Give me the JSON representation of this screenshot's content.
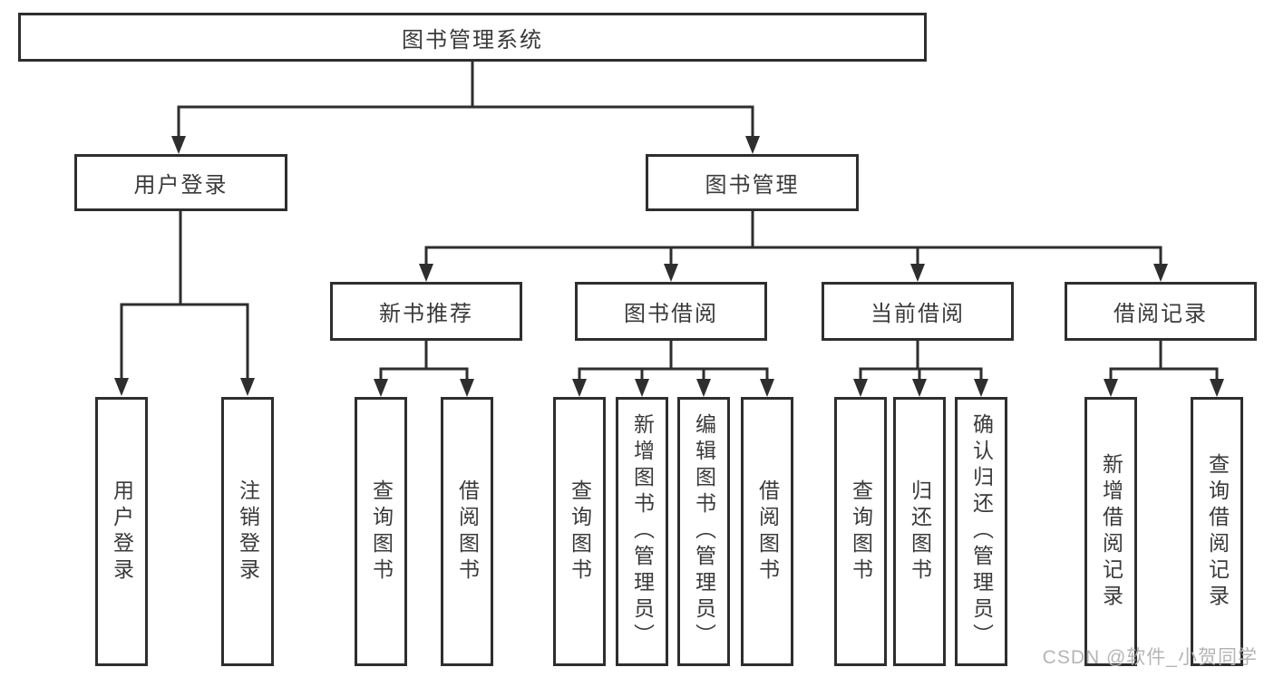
{
  "tree": {
    "root": "图书管理系统",
    "children": [
      {
        "label": "用户登录",
        "children": [
          {
            "label": "用户登录"
          },
          {
            "label": "注销登录"
          }
        ]
      },
      {
        "label": "图书管理",
        "children": [
          {
            "label": "新书推荐",
            "children": [
              {
                "label": "查询图书"
              },
              {
                "label": "借阅图书"
              }
            ]
          },
          {
            "label": "图书借阅",
            "children": [
              {
                "label": "查询图书"
              },
              {
                "label": "新增图书（管理员）"
              },
              {
                "label": "编辑图书（管理员）"
              },
              {
                "label": "借阅图书"
              }
            ]
          },
          {
            "label": "当前借阅",
            "children": [
              {
                "label": "查询图书"
              },
              {
                "label": "归还图书"
              },
              {
                "label": "确认归还（管理员）"
              }
            ]
          },
          {
            "label": "借阅记录",
            "children": [
              {
                "label": "新增借阅记录"
              },
              {
                "label": "查询借阅记录"
              }
            ]
          }
        ]
      }
    ]
  },
  "watermark": "CSDN @软件_小贺同学",
  "colors": {
    "line": "#2e2e2e",
    "box_border": "#2e2e2e",
    "text": "#3a3a3a",
    "watermark": "#b5b5b5",
    "background": "#ffffff"
  }
}
